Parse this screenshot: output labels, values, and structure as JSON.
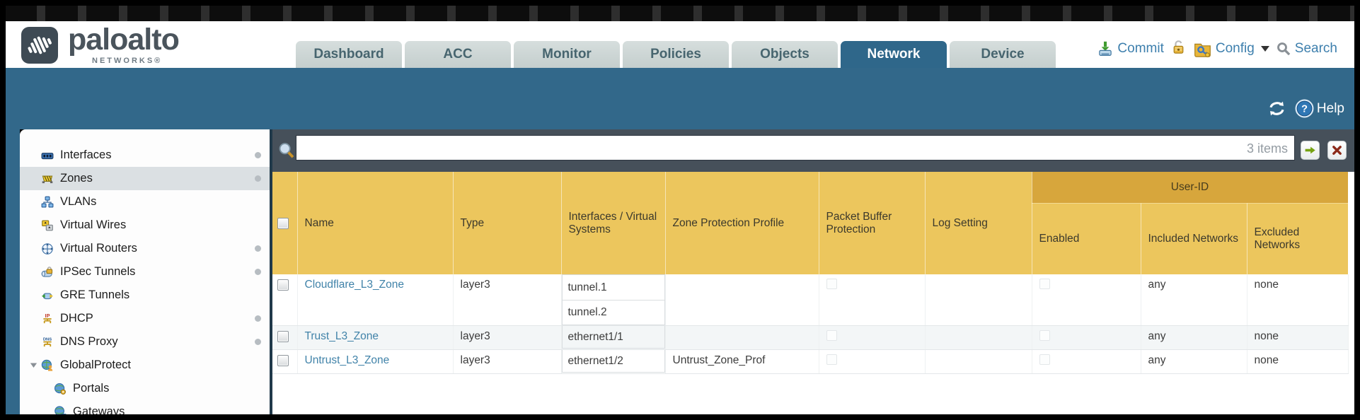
{
  "header": {
    "brand": "paloalto",
    "brand_sub": "NETWORKS®",
    "tabs": [
      {
        "label": "Dashboard",
        "active": false
      },
      {
        "label": "ACC",
        "active": false
      },
      {
        "label": "Monitor",
        "active": false
      },
      {
        "label": "Policies",
        "active": false
      },
      {
        "label": "Objects",
        "active": false
      },
      {
        "label": "Network",
        "active": true
      },
      {
        "label": "Device",
        "active": false
      }
    ],
    "actions": {
      "commit": "Commit",
      "config": "Config",
      "search": "Search"
    }
  },
  "toolbar": {
    "help": "Help"
  },
  "sidebar": {
    "items": [
      {
        "label": "Interfaces",
        "icon": "interfaces",
        "dot": true
      },
      {
        "label": "Zones",
        "icon": "zones",
        "dot": true,
        "selected": true
      },
      {
        "label": "VLANs",
        "icon": "vlans"
      },
      {
        "label": "Virtual Wires",
        "icon": "virtual-wires"
      },
      {
        "label": "Virtual Routers",
        "icon": "virtual-routers",
        "dot": true
      },
      {
        "label": "IPSec Tunnels",
        "icon": "ipsec-tunnels",
        "dot": true
      },
      {
        "label": "GRE Tunnels",
        "icon": "gre-tunnels"
      },
      {
        "label": "DHCP",
        "icon": "dhcp",
        "dot": true
      },
      {
        "label": "DNS Proxy",
        "icon": "dns-proxy",
        "dot": true
      },
      {
        "label": "GlobalProtect",
        "icon": "globalprotect",
        "expander": true
      },
      {
        "label": "Portals",
        "icon": "portals",
        "indent": true
      },
      {
        "label": "Gateways",
        "icon": "gateways",
        "indent": true
      }
    ]
  },
  "filter": {
    "value": "",
    "count": "3 items"
  },
  "table": {
    "user_id_group": "User-ID",
    "columns": [
      "Name",
      "Type",
      "Interfaces / Virtual Systems",
      "Zone Protection Profile",
      "Packet Buffer Protection",
      "Log Setting",
      "Enabled",
      "Included Networks",
      "Excluded Networks"
    ],
    "rows": [
      {
        "name": "Cloudflare_L3_Zone",
        "type": "layer3",
        "interfaces": [
          "tunnel.1",
          "tunnel.2"
        ],
        "zone_protection_profile": "",
        "log_setting": "",
        "included_networks": "any",
        "excluded_networks": "none"
      },
      {
        "name": "Trust_L3_Zone",
        "type": "layer3",
        "interfaces": [
          "ethernet1/1"
        ],
        "zone_protection_profile": "",
        "log_setting": "",
        "included_networks": "any",
        "excluded_networks": "none"
      },
      {
        "name": "Untrust_L3_Zone",
        "type": "layer3",
        "interfaces": [
          "ethernet1/2"
        ],
        "zone_protection_profile": "Untrust_Zone_Prof",
        "log_setting": "",
        "included_networks": "any",
        "excluded_networks": "none"
      }
    ]
  },
  "colors": {
    "teal_band": "#32688a",
    "amber_header": "#ecc65d",
    "user_id_band": "#d7a63c",
    "filter_bar": "#46505a",
    "link_blue": "#4183a9",
    "tab_inactive": "#c9d2d1",
    "action_blue": "#3d7fad"
  }
}
